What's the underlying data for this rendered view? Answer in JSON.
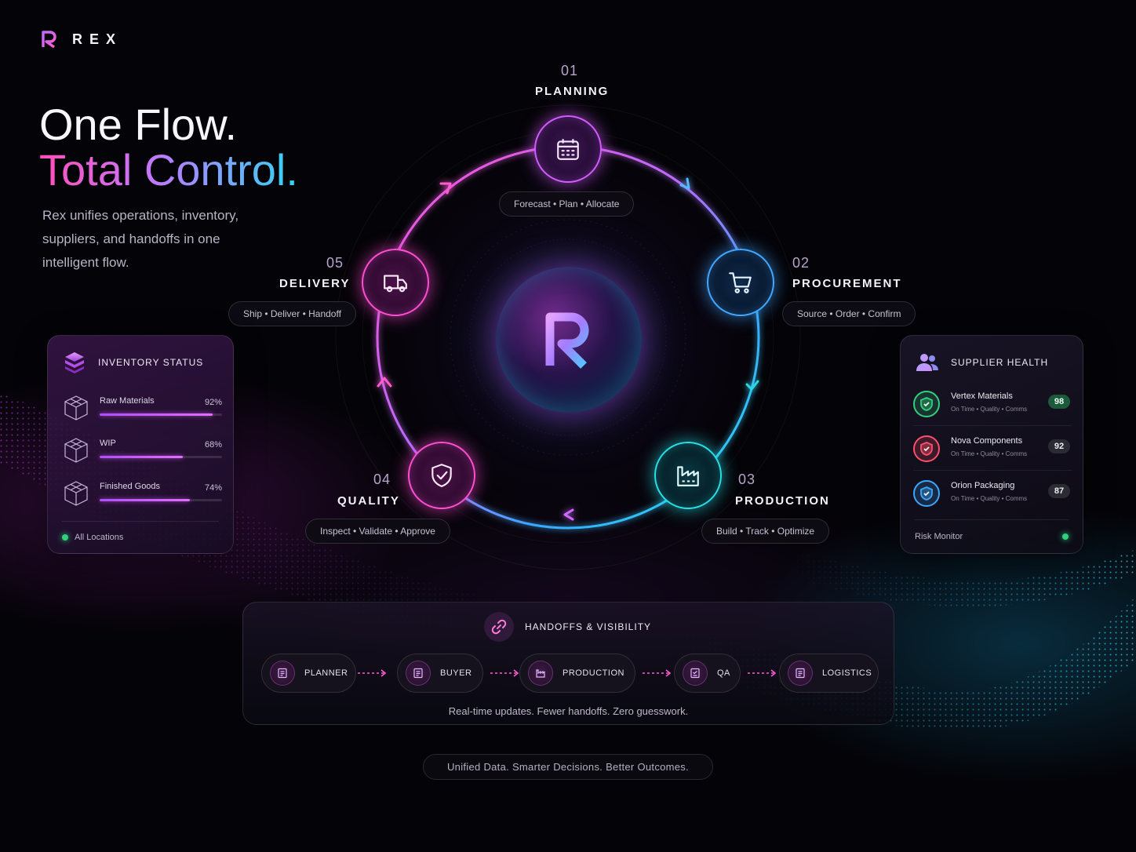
{
  "brand": {
    "name": "REX"
  },
  "hero": {
    "line1": "One Flow.",
    "line2": "Total Control.",
    "subtitle": "Rex unifies operations, inventory, suppliers, and handoffs in one intelligent flow."
  },
  "steps": [
    {
      "num": "01",
      "title": "PLANNING",
      "tasks": "Forecast • Plan • Allocate",
      "icon": "calendar-icon"
    },
    {
      "num": "02",
      "title": "PROCUREMENT",
      "tasks": "Source • Order • Confirm",
      "icon": "cart-icon"
    },
    {
      "num": "03",
      "title": "PRODUCTION",
      "tasks": "Build • Track • Optimize",
      "icon": "factory-icon"
    },
    {
      "num": "04",
      "title": "QUALITY",
      "tasks": "Inspect • Validate • Approve",
      "icon": "shield-check-icon"
    },
    {
      "num": "05",
      "title": "DELIVERY",
      "tasks": "Ship • Deliver • Handoff",
      "icon": "truck-icon"
    }
  ],
  "inventory": {
    "title": "INVENTORY STATUS",
    "items": [
      {
        "label": "Raw Materials",
        "value": "92%",
        "fraction": 0.92
      },
      {
        "label": "WIP",
        "value": "68%",
        "fraction": 0.68
      },
      {
        "label": "Finished Goods",
        "value": "74%",
        "fraction": 0.74
      }
    ],
    "footer": "All Locations"
  },
  "suppliers": {
    "title": "SUPPLIER HEALTH",
    "items": [
      {
        "name": "Vertex Materials",
        "meta": "On Time • Quality • Comms",
        "score": "98",
        "color": "#2fd27a"
      },
      {
        "name": "Nova Components",
        "meta": "On Time • Quality • Comms",
        "score": "92",
        "color": "#ff4f6a"
      },
      {
        "name": "Orion Packaging",
        "meta": "On Time • Quality • Comms",
        "score": "87",
        "color": "#3aa8ff"
      }
    ],
    "footer": "Risk Monitor"
  },
  "handoffs": {
    "title": "HANDOFFS & VISIBILITY",
    "roles": [
      "PLANNER",
      "BUYER",
      "PRODUCTION",
      "QA",
      "LOGISTICS"
    ],
    "footer": "Real-time updates. Fewer handoffs. Zero guesswork."
  },
  "tagline": "Unified Data. Smarter Decisions. Better Outcomes.",
  "colors": {
    "pink": "#ff4fd0",
    "purple": "#c079ff",
    "blue": "#43a8ff",
    "cyan": "#27e0e6",
    "green": "#2fd27a"
  }
}
